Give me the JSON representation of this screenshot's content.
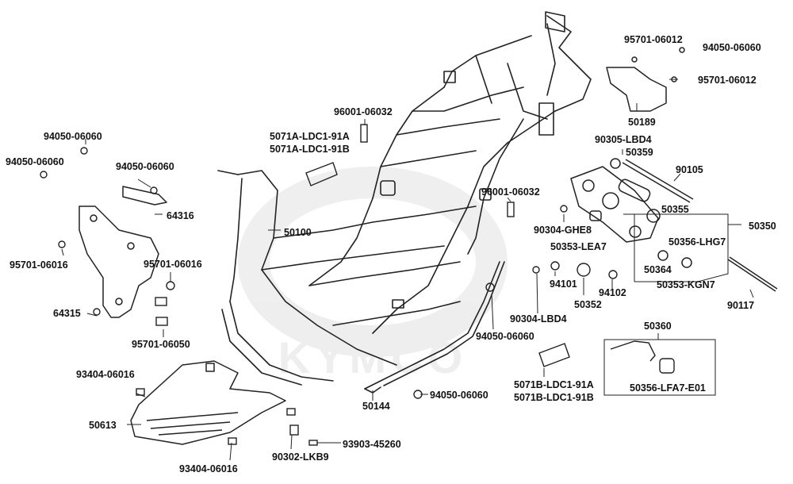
{
  "watermark": {
    "brand": "KYMCO"
  },
  "parts": {
    "p1": "95701-06012",
    "p2": "94050-06060",
    "p3": "95701-06012",
    "p4": "50189",
    "p5": "96001-06032",
    "p6": "5071A-LDC1-91A",
    "p7": "5071A-LDC1-91B",
    "p8": "90305-LBD4",
    "p9": "50359",
    "p10": "90105",
    "p11": "94050-06060",
    "p12": "94050-06060",
    "p13": "94050-06060",
    "p14": "64316",
    "p15": "50100",
    "p16": "96001-06032",
    "p17": "50355",
    "p18": "50350",
    "p19": "90304-GHE8",
    "p20": "50356-LHG7",
    "p21": "50353-LEA7",
    "p22": "95701-06016",
    "p23": "95701-06016",
    "p24": "50364",
    "p25": "94101",
    "p26": "94102",
    "p27": "50353-KGN7",
    "p28": "50352",
    "p29": "64315",
    "p30": "90304-LBD4",
    "p31": "90117",
    "p32": "95701-06050",
    "p33": "94050-06060",
    "p34": "50360",
    "p35": "93404-06016",
    "p36": "5071B-LDC1-91A",
    "p37": "5071B-LDC1-91B",
    "p38": "50356-LFA7-E01",
    "p39": "50144",
    "p40": "94050-06060",
    "p41": "50613",
    "p42": "93903-45260",
    "p43": "93404-06016",
    "p44": "90302-LKB9"
  }
}
